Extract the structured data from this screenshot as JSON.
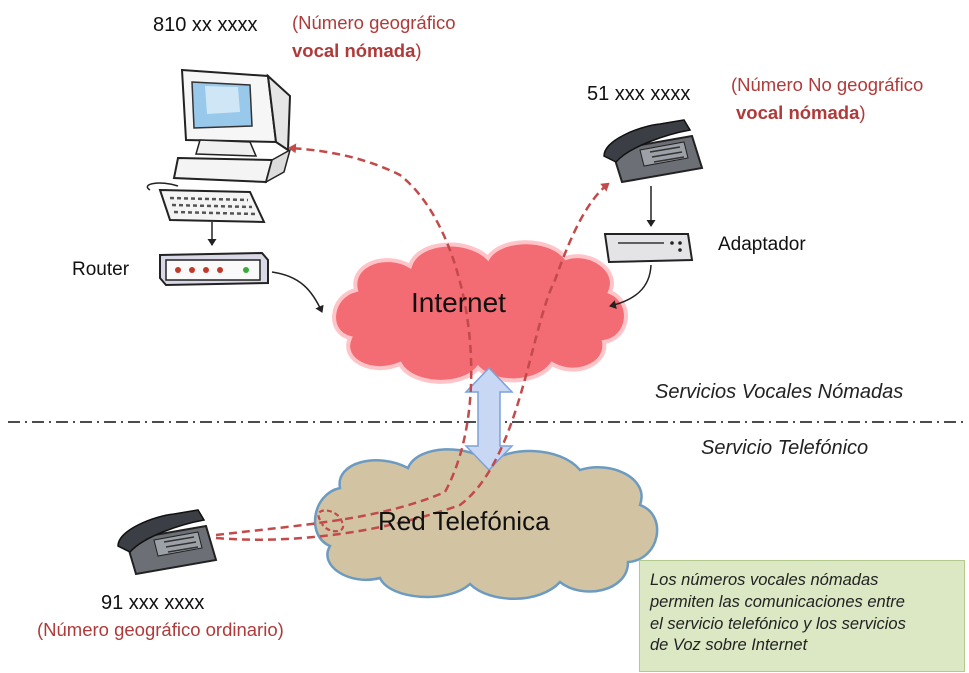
{
  "pc": {
    "number": "810 xx xxxx",
    "type_line1": "(Número geográfico",
    "type_line2_bold": "vocal nómada",
    "type_line2_end": ")"
  },
  "voip_phone": {
    "number": "51 xxx xxxx",
    "type_line1": "(Número No geográfico",
    "type_line2_bold": "vocal nómada",
    "type_line2_end": ")"
  },
  "router_label": "Router",
  "adapter_label": "Adaptador",
  "internet_label": "Internet",
  "phone_network_label": "Red Telefónica",
  "zones": {
    "nomadic": "Servicios Vocales Nómadas",
    "telephone": "Servicio Telefónico"
  },
  "fixed_phone": {
    "number": "91 xxx xxxx",
    "type": "(Número geográfico ordinario)"
  },
  "note": {
    "lines": [
      "Los números vocales nómadas",
      "permiten las comunicaciones entre",
      "el servicio telefónico y los servicios",
      "de Voz sobre Internet"
    ]
  },
  "colors": {
    "internet_cloud": "#f36b73",
    "phone_cloud": "#d2c4a3",
    "call_path": "#c24a4a",
    "double_arrow": "#c8d8f4",
    "note_background": "#dce8c4"
  }
}
